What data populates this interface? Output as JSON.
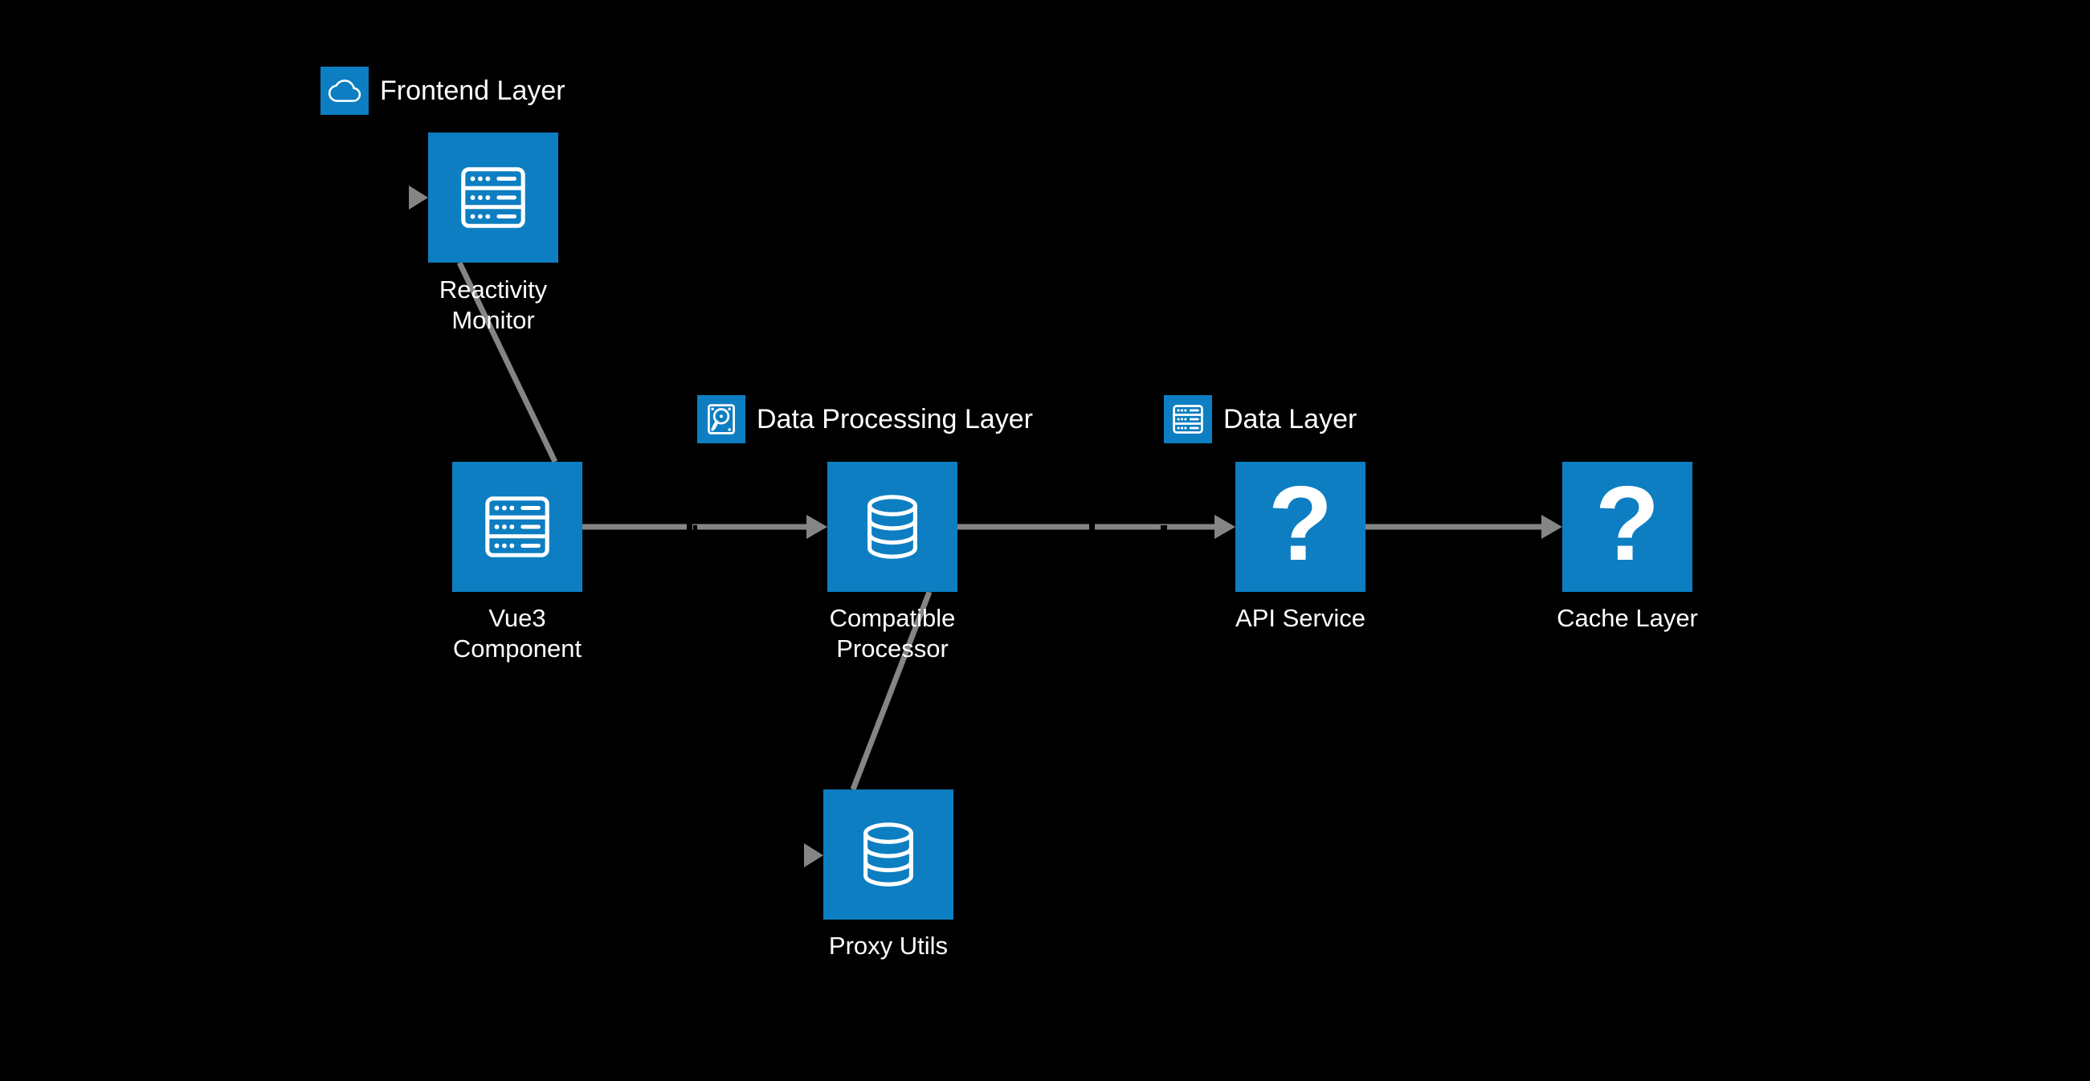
{
  "diagram": {
    "title": "architecture diagram",
    "background_color": "#000000",
    "node_color": "#0d7ec1",
    "edge_color": "#858585",
    "text_color": "#ffffff"
  },
  "groups": [
    {
      "label": "Frontend Layer",
      "icon": "cloud"
    },
    {
      "label": "Data Processing Layer",
      "icon": "disk"
    },
    {
      "label": "Data Layer",
      "icon": "server"
    }
  ],
  "nodes": [
    {
      "id": "reactivity-monitor",
      "label": "Reactivity Monitor",
      "label_lines": [
        "Reactivity",
        "Monitor"
      ],
      "icon": "server"
    },
    {
      "id": "vue3-component",
      "label": "Vue3 Component",
      "label_lines": [
        "Vue3",
        "Component"
      ],
      "icon": "server"
    },
    {
      "id": "compatible-processor",
      "label": "Compatible Processor",
      "label_lines": [
        "Compatible",
        "Processor"
      ],
      "icon": "database"
    },
    {
      "id": "api-service",
      "label": "API Service",
      "label_lines": [
        "API Service"
      ],
      "icon": "question-mark"
    },
    {
      "id": "cache-layer",
      "label": "Cache Layer",
      "label_lines": [
        "Cache Layer"
      ],
      "icon": "question-mark"
    },
    {
      "id": "proxy-utils",
      "label": "Proxy Utils",
      "label_lines": [
        "Proxy Utils"
      ],
      "icon": "database"
    }
  ],
  "edges": [
    {
      "from": "vue3-component",
      "to": "reactivity-monitor",
      "arrowhead": false
    },
    {
      "from": "vue3-component",
      "to": "compatible-processor",
      "arrowhead": true
    },
    {
      "from": "compatible-processor",
      "to": "api-service",
      "arrowhead": true
    },
    {
      "from": "api-service",
      "to": "cache-layer",
      "arrowhead": true
    },
    {
      "from": "compatible-processor",
      "to": "proxy-utils",
      "arrowhead": false
    },
    {
      "from": null,
      "to": "reactivity-monitor",
      "arrowhead": true,
      "style": "arrowhead-only"
    },
    {
      "from": null,
      "to": "proxy-utils",
      "arrowhead": true,
      "style": "arrowhead-only"
    }
  ],
  "icons": {
    "question_glyph": "?"
  }
}
